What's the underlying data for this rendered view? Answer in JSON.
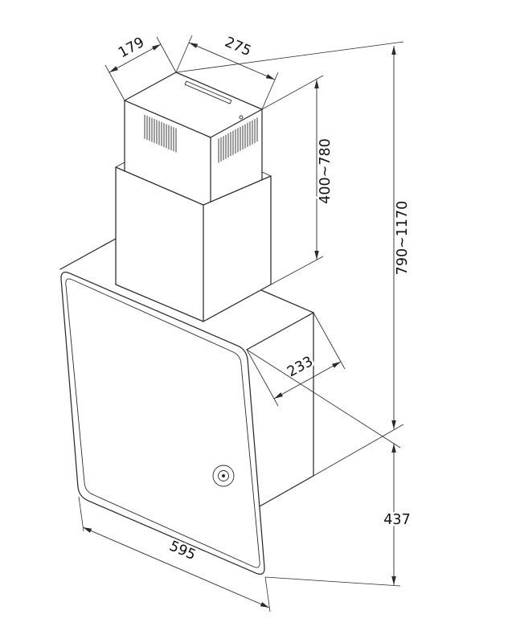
{
  "window": {
    "background": "#ffffff"
  },
  "drawing": {
    "type": "technical-dimension-drawing",
    "line_color": "#2a2a2a",
    "text_color": "#111111",
    "dimensions": {
      "chimney_top_depth": "179",
      "chimney_top_width": "275",
      "chimney_height_range": "400~780",
      "total_height_range": "790~1170",
      "hood_top_depth": "233",
      "hood_width": "595",
      "hood_body_height": "437"
    }
  }
}
